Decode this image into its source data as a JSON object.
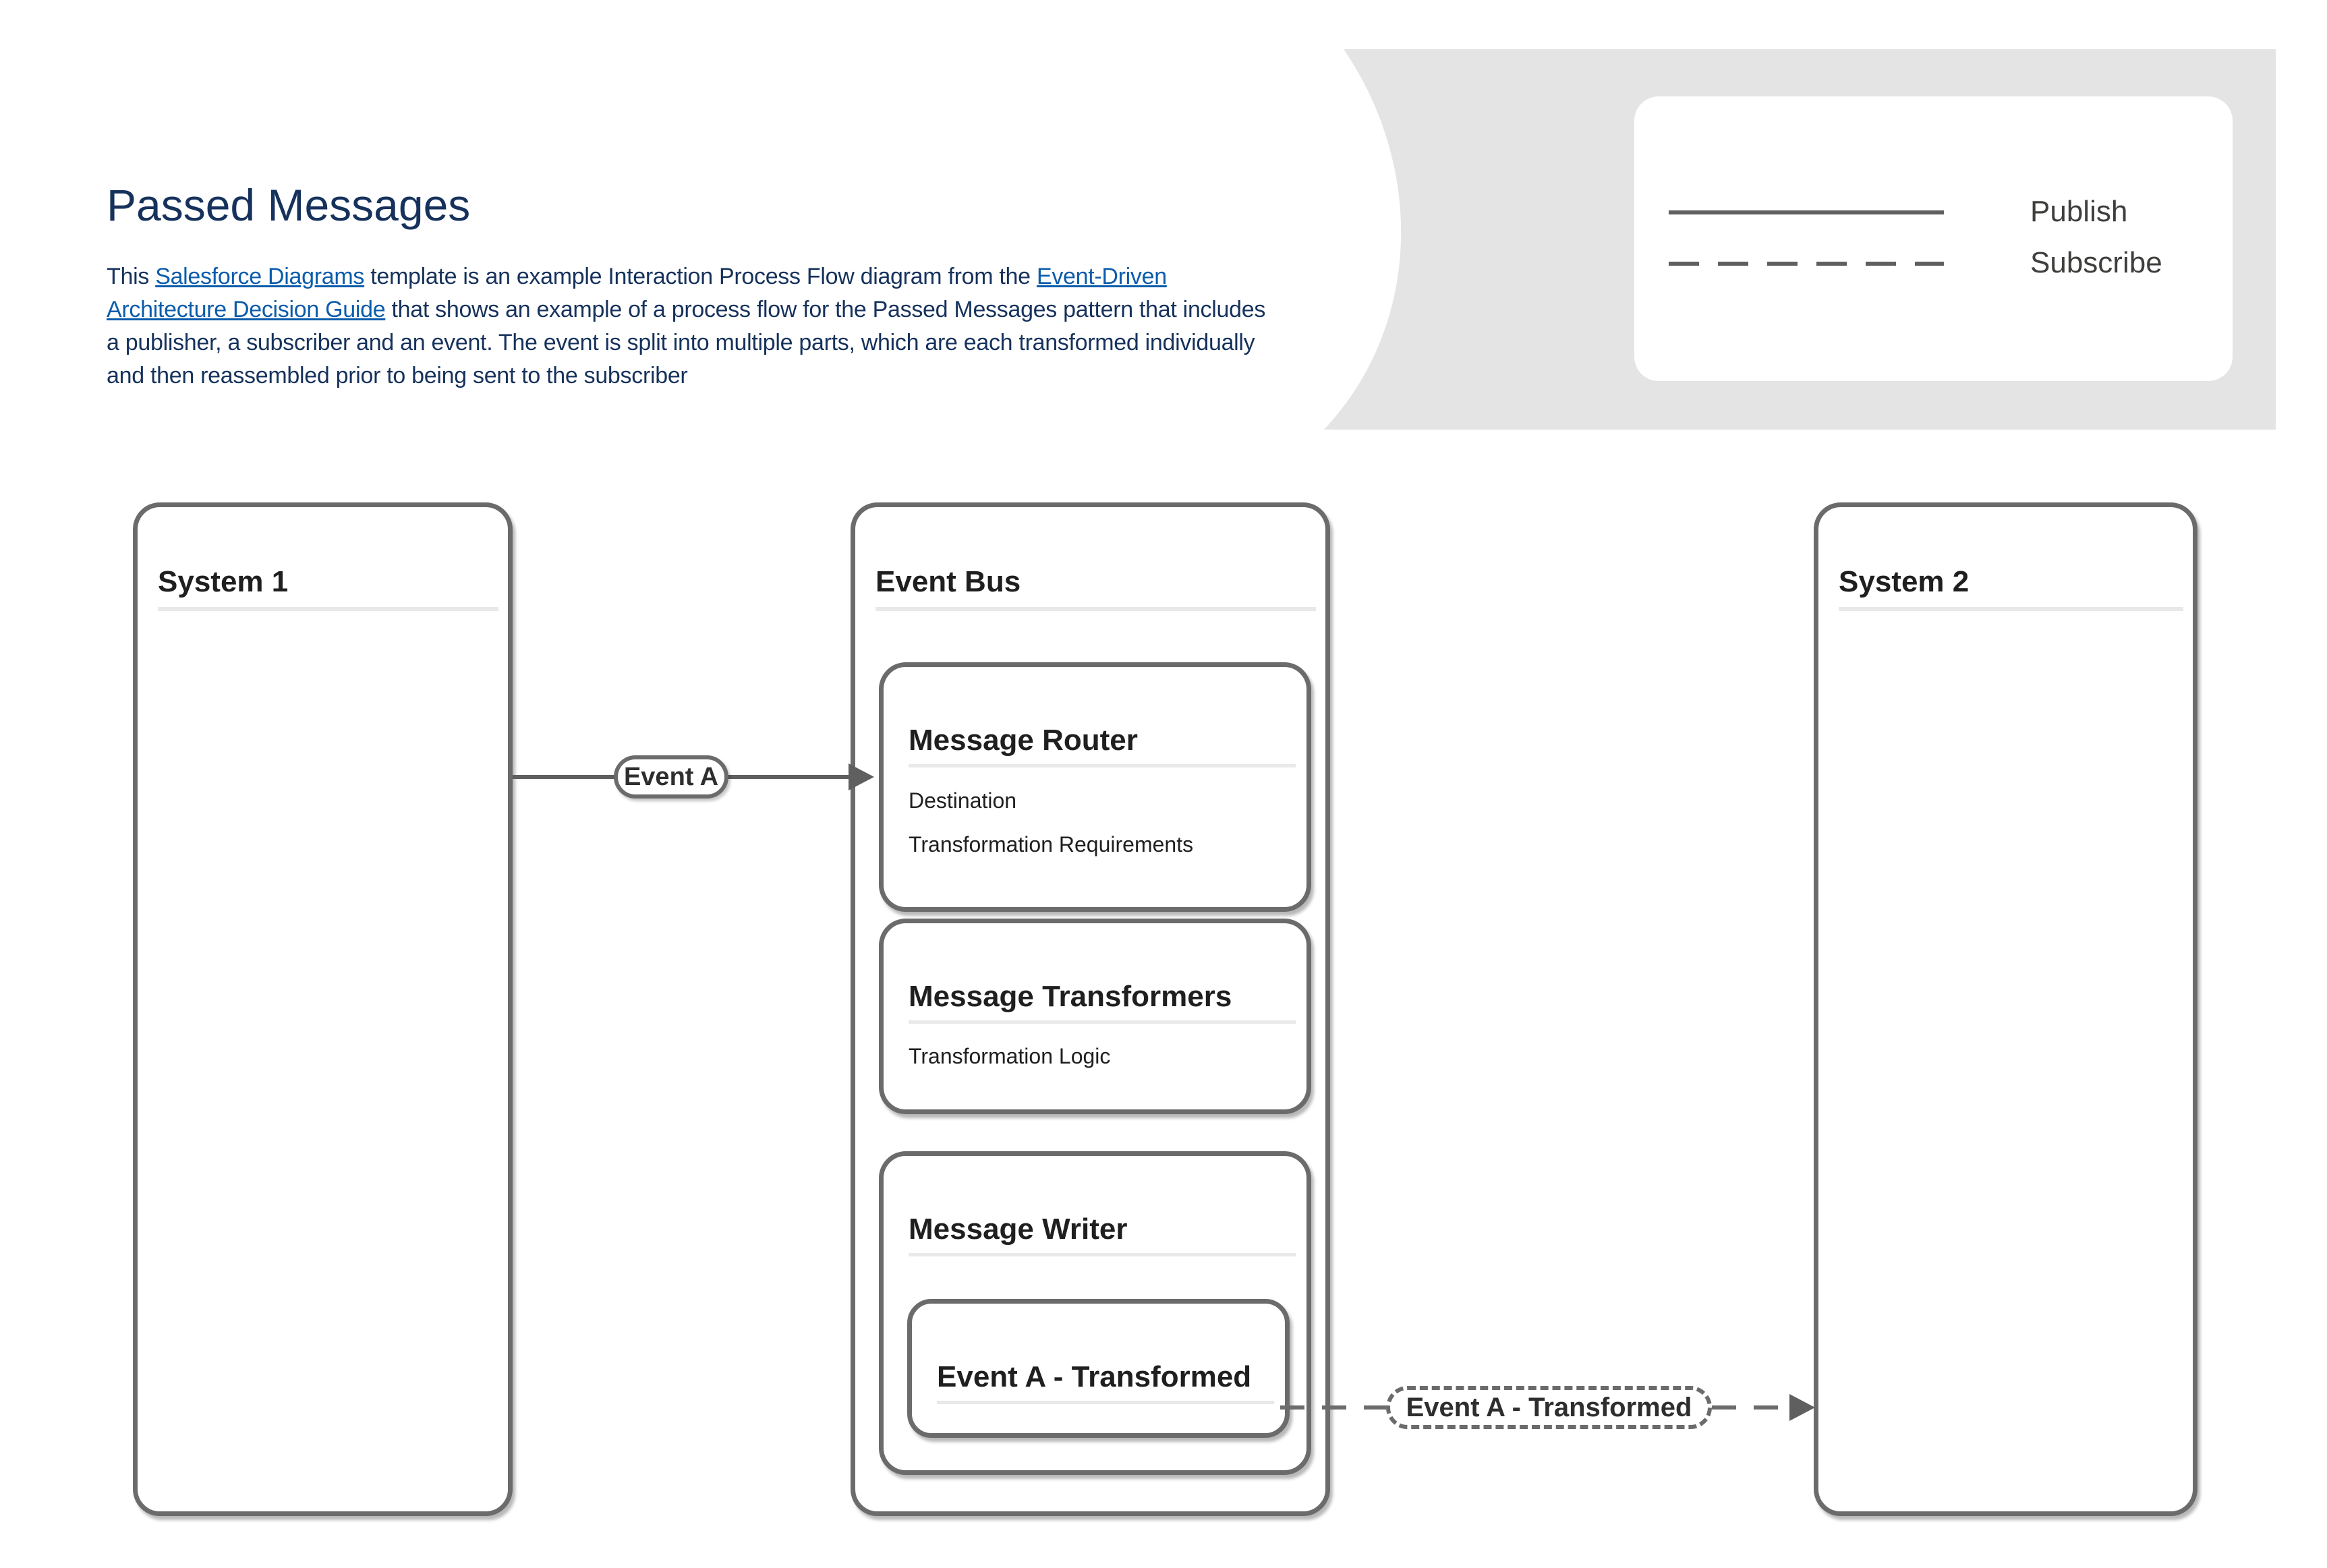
{
  "header": {
    "title": "Passed Messages",
    "paragraph_lines": [
      [
        {
          "text": "This "
        },
        {
          "text": "Salesforce Diagrams",
          "link": true
        },
        {
          "text": " template is an example Interaction Process Flow diagram from the "
        },
        {
          "text": "Event-Driven",
          "link": true
        }
      ],
      [
        {
          "text": "Architecture Decision Guide",
          "link": true
        },
        {
          "text": " that shows an example of a process flow for the Passed Messages pattern that includes"
        }
      ],
      [
        {
          "text": "a publisher, a subscriber and an event.  The event is split into multiple parts, which are each transformed individually"
        }
      ],
      [
        {
          "text": "and then reassembled prior to being sent to the subscriber"
        }
      ]
    ]
  },
  "legend": {
    "publish_label": "Publish",
    "subscribe_label": "Subscribe"
  },
  "diagram": {
    "system1_title": "System 1",
    "event_bus_title": "Event Bus",
    "system2_title": "System 2",
    "message_router": {
      "title": "Message Router",
      "items": [
        "Destination",
        "Transformation Requirements"
      ]
    },
    "message_transformers": {
      "title": "Message Transformers",
      "items": [
        "Transformation Logic"
      ]
    },
    "message_writer": {
      "title": "Message Writer"
    },
    "event_box_title": "Event A - Transformed",
    "flow_event_a": "Event A",
    "flow_event_a_transformed": "Event A - Transformed"
  },
  "colors": {
    "navy": "#16325C",
    "link": "#0B5CAB",
    "border": "#6B6B6B",
    "panel": "#E4E4E4",
    "arrow": "#5F5F5F",
    "divider": "#E9E9E9",
    "text": "#1F1F1F",
    "legendtext": "#3E3E3C"
  }
}
